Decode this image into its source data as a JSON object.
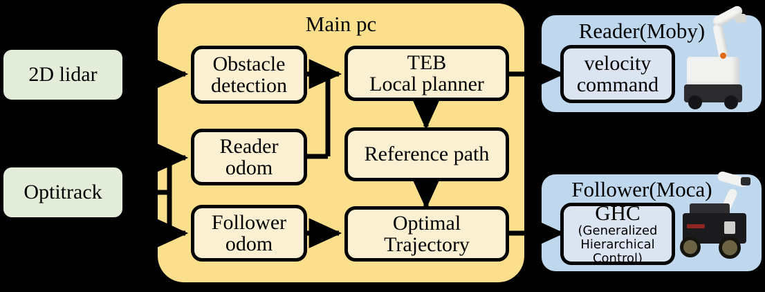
{
  "diagram": {
    "title": "System architecture block diagram",
    "colors": {
      "background": "#000000",
      "source_box": "#e3edda",
      "main_panel": "#fcdf8c",
      "process_box": "#fcf0d2",
      "robot_panel": "#bfd8ee",
      "robot_inner_box": "#dbe5f1",
      "stroke": "#000000"
    }
  },
  "sources": [
    {
      "id": "lidar",
      "label": "2D lidar"
    },
    {
      "id": "optitrack",
      "label": "Optitrack"
    }
  ],
  "main_panel": {
    "title": "Main pc",
    "blocks": [
      {
        "id": "obstacle-detection",
        "label": "Obstacle\ndetection"
      },
      {
        "id": "reader-odom",
        "label": "Reader\nodom"
      },
      {
        "id": "follower-odom",
        "label": "Follower\nodom"
      },
      {
        "id": "teb-local-planner",
        "label": "TEB\nLocal planner"
      },
      {
        "id": "reference-path",
        "label": "Reference path"
      },
      {
        "id": "optimal-trajectory",
        "label": "Optimal\nTrajectory"
      }
    ]
  },
  "robots": [
    {
      "id": "reader-moby",
      "title": "Reader(Moby)",
      "block_label": "velocity\ncommand",
      "photo_name": "moby-robot-photo"
    },
    {
      "id": "follower-moca",
      "title": "Follower(Moca)",
      "block_label": "GHC",
      "block_sublabel": "(Generalized\nHierarchical Control)",
      "photo_name": "moca-robot-photo"
    }
  ],
  "connections": [
    {
      "from": "2D lidar",
      "to": "Obstacle detection"
    },
    {
      "from": "Optitrack",
      "to": "Reader odom"
    },
    {
      "from": "Optitrack",
      "to": "Follower odom"
    },
    {
      "from": "Obstacle detection",
      "to": "TEB Local planner"
    },
    {
      "from": "Reader odom",
      "to": "TEB Local planner"
    },
    {
      "from": "TEB Local planner",
      "to": "Reference path"
    },
    {
      "from": "TEB Local planner",
      "to": "velocity command"
    },
    {
      "from": "Reference path",
      "to": "Optimal Trajectory"
    },
    {
      "from": "Follower odom",
      "to": "Optimal Trajectory"
    },
    {
      "from": "Optimal Trajectory",
      "to": "GHC"
    }
  ]
}
